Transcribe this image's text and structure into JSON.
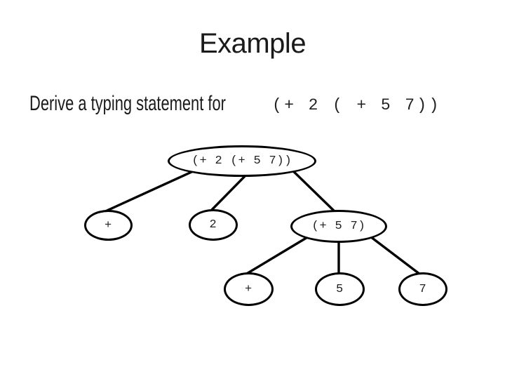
{
  "slide": {
    "title": "Example",
    "body": {
      "prefix": "Derive a typing statement for",
      "expression": "(+ 2 ( + 5 7))"
    }
  },
  "tree": {
    "root": {
      "label": "(+ 2 (+ 5 7))"
    },
    "level1": [
      {
        "label": "+"
      },
      {
        "label": "2"
      },
      {
        "label": "(+ 5 7)"
      }
    ],
    "level2": [
      {
        "label": "+"
      },
      {
        "label": "5"
      },
      {
        "label": "7"
      }
    ]
  },
  "colors": {
    "background": "#ffffff",
    "ink": "#000000"
  }
}
